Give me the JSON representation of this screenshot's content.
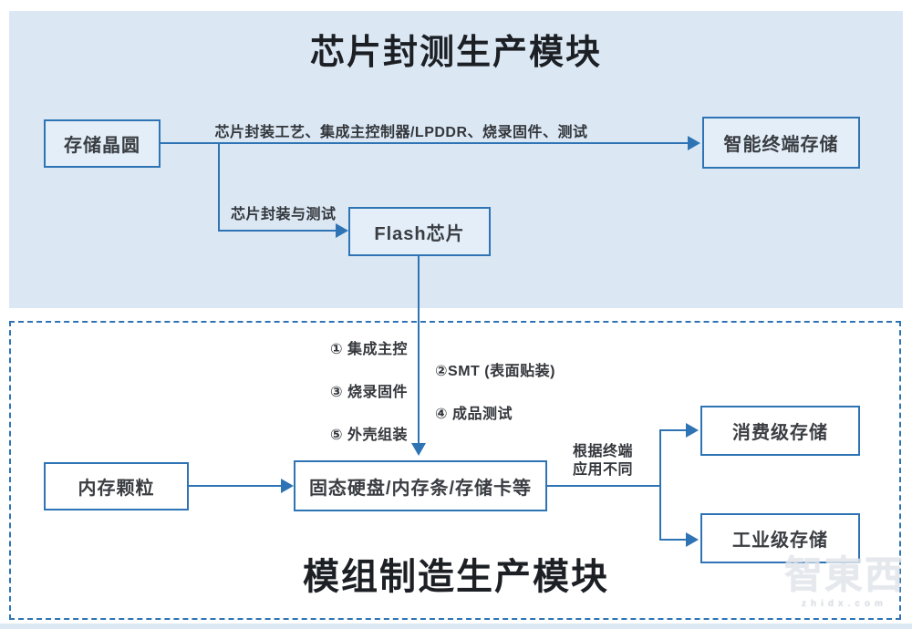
{
  "top_section": {
    "title": "芯片封测生产模块",
    "nodes": {
      "wafer": "存储晶圆",
      "smart_terminal": "智能终端存储",
      "flash": "Flash芯片"
    },
    "edge_labels": {
      "wafer_to_terminal": "芯片封装工艺、集成主控制器/LPDDR、烧录固件、测试",
      "wafer_to_flash": "芯片封装与测试"
    }
  },
  "bottom_section": {
    "title": "模组制造生产模块",
    "steps_left": [
      "① 集成主控",
      "③ 烧录固件",
      "⑤ 外壳组装"
    ],
    "steps_right": [
      "②SMT (表面贴装)",
      "④ 成品测试"
    ],
    "nodes": {
      "dram": "内存颗粒",
      "module": "固态硬盘/内存条/存储卡等",
      "consumer": "消费级存储",
      "industrial": "工业级存储"
    },
    "edge_labels": {
      "branch_line1": "根据终端",
      "branch_line2": "应用不同"
    }
  },
  "watermark": {
    "brand": "智東西",
    "domain": "zhidx.com"
  },
  "colors": {
    "accent": "#2e74b5",
    "panel_bg": "#dbe8f4"
  }
}
